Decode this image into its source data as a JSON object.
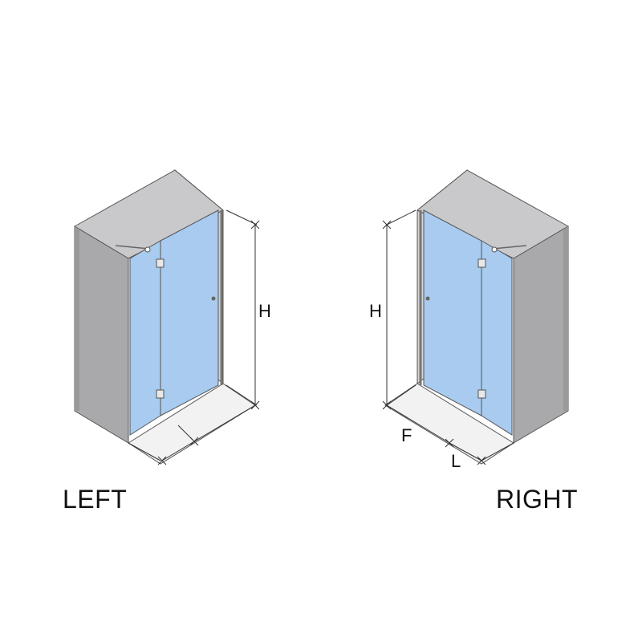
{
  "colors": {
    "wall_front": "#a9a9ab",
    "wall_top": "#c9c9cb",
    "wall_back": "#d4d4d6",
    "glass": "#a8cbef",
    "line": "#555555",
    "dim_line": "#333333"
  },
  "variants": [
    {
      "key": "left",
      "caption": "LEFT",
      "dimensions": {
        "height": "H"
      }
    },
    {
      "key": "right",
      "caption": "RIGHT",
      "dimensions": {
        "height": "H",
        "fixed": "F",
        "door": "L"
      }
    }
  ]
}
